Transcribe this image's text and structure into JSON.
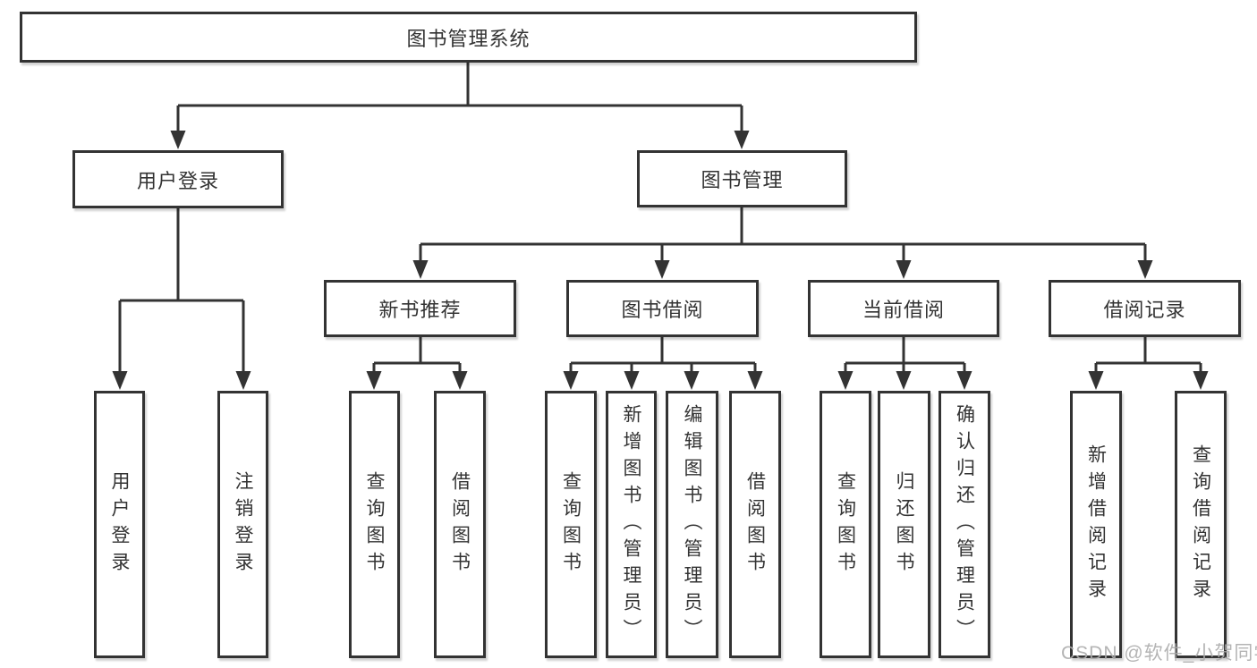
{
  "diagram": {
    "tree": {
      "label": "图书管理系统",
      "children": [
        {
          "label": "用户登录",
          "children": [
            {
              "label": "用户登录"
            },
            {
              "label": "注销登录"
            }
          ]
        },
        {
          "label": "图书管理",
          "children": [
            {
              "label": "新书推荐",
              "children": [
                {
                  "label": "查询图书"
                },
                {
                  "label": "借阅图书"
                }
              ]
            },
            {
              "label": "图书借阅",
              "children": [
                {
                  "label": "查询图书"
                },
                {
                  "label": "新增图书（管理员）"
                },
                {
                  "label": "编辑图书（管理员）"
                },
                {
                  "label": "借阅图书"
                }
              ]
            },
            {
              "label": "当前借阅",
              "children": [
                {
                  "label": "查询图书"
                },
                {
                  "label": "归还图书"
                },
                {
                  "label": "确认归还（管理员）"
                }
              ]
            },
            {
              "label": "借阅记录",
              "children": [
                {
                  "label": "新增借阅记录"
                },
                {
                  "label": "查询借阅记录"
                }
              ]
            }
          ]
        }
      ]
    },
    "colors": {
      "line": "#333333",
      "box_border": "#333333",
      "box_fill": "#ffffff",
      "text": "#333333",
      "watermark": "#acacac",
      "background": "#ffffff"
    }
  },
  "watermark": {
    "text": "CSDN @软件_小贺同学"
  }
}
